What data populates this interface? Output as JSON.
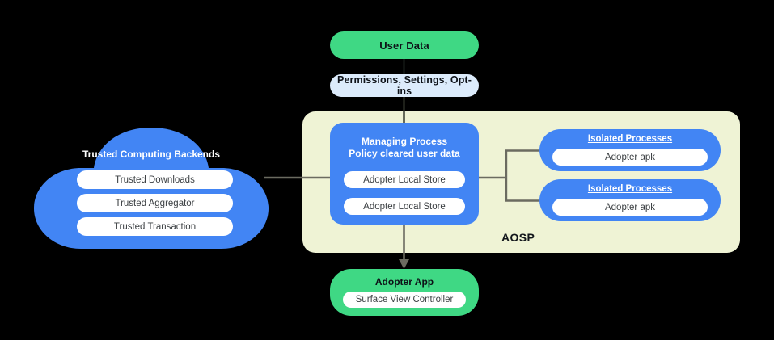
{
  "diagram": {
    "background_color": "#000000",
    "colors": {
      "green": "#3FD884",
      "blue": "#4285F4",
      "light_blue": "#DCEBFB",
      "panel_green": "#EFF3D5",
      "connector": "#6b6b60",
      "white": "#FFFFFF"
    },
    "aosp_panel": {
      "label": "AOSP"
    },
    "user_data": {
      "label": "User Data"
    },
    "permissions": {
      "label": "Permissions,  Settings, Opt-ins"
    },
    "managing_process": {
      "title": "Managing Process\nPolicy cleared user data",
      "stores": [
        "Adopter Local Store",
        "Adopter Local Store"
      ]
    },
    "isolated_processes": [
      {
        "title": "Isolated Processes",
        "item": "Adopter apk"
      },
      {
        "title": "Isolated Processes",
        "item": "Adopter apk"
      }
    ],
    "adopter_app": {
      "title": "Adopter App",
      "item": "Surface View Controller"
    },
    "cloud": {
      "title": "Trusted Computing Backends",
      "items": [
        "Trusted Downloads",
        "Trusted Aggregator",
        "Trusted Transaction"
      ]
    }
  }
}
